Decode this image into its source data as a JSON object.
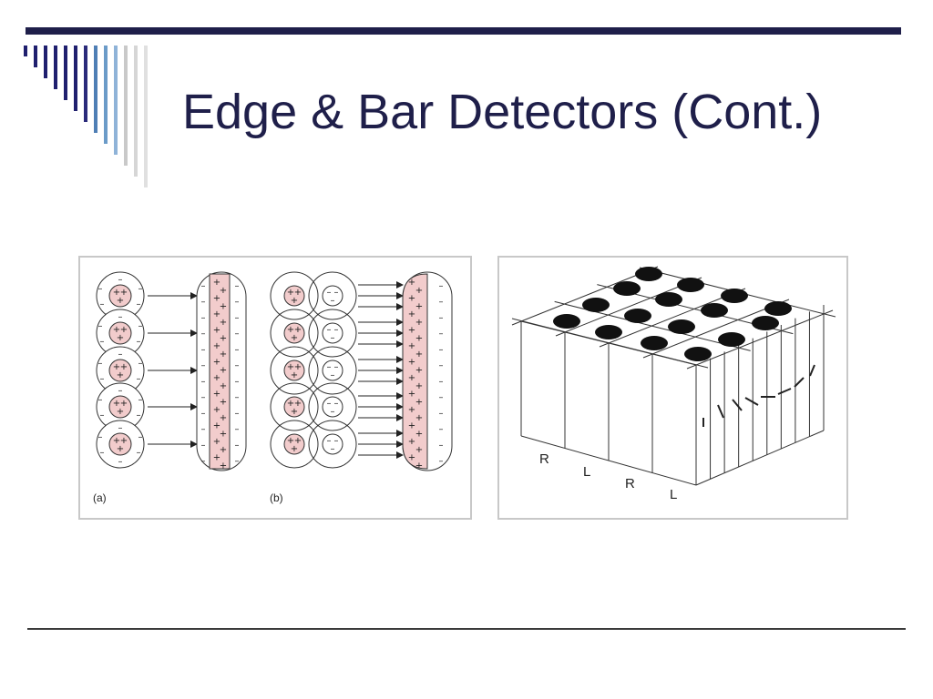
{
  "slide": {
    "title": "Edge & Bar Detectors (Cont.)"
  },
  "colors": {
    "title": "#1f1f4a",
    "rule": "#1f1f4a",
    "stripe_dark": "#1f1f6e",
    "stripe_mid": "#6b9bc8",
    "stripe_light": "#c9c9c9",
    "center_fill": "#f2cccc"
  },
  "figure_a": {
    "label_a": "(a)",
    "label_b": "(b)",
    "plus": "+",
    "minus": "–"
  },
  "figure_b": {
    "column_labels": [
      "R",
      "L",
      "R",
      "L"
    ]
  }
}
